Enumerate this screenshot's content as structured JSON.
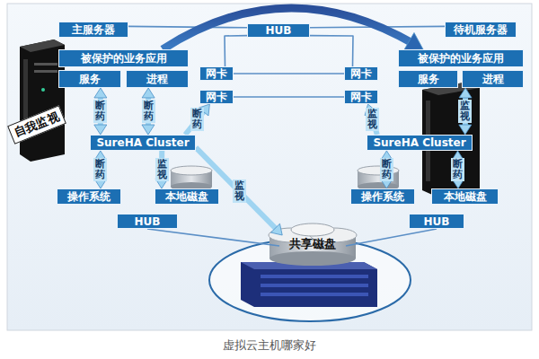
{
  "diagram": {
    "caption": "虚拟云主机哪家好",
    "nodes": [
      {
        "text": [
          "主服务器"
        ]
      },
      {
        "text": [
          "HUB"
        ]
      },
      {
        "text": [
          "待机服务器"
        ]
      },
      {
        "text": [
          "被保护的业务应用"
        ]
      },
      {
        "text": [
          "服务"
        ]
      },
      {
        "text": [
          "进程"
        ]
      },
      {
        "text": [
          "网卡"
        ]
      },
      {
        "text": [
          "网卡"
        ]
      },
      {
        "text": [
          "网卡"
        ]
      },
      {
        "text": [
          "网卡"
        ]
      },
      {
        "text": [
          "被保护的业务应用"
        ]
      },
      {
        "text": [
          "服务"
        ]
      },
      {
        "text": [
          "进程"
        ]
      },
      {
        "text": [
          "SureHA Cluster"
        ]
      },
      {
        "text": [
          "SureHA Cluster"
        ]
      },
      {
        "text": [
          "操作系统"
        ]
      },
      {
        "text": [
          "本地磁盘"
        ]
      },
      {
        "text": [
          "操作系统"
        ]
      },
      {
        "text": [
          "本地磁盘"
        ]
      },
      {
        "text": [
          "HUB"
        ]
      },
      {
        "text": [
          "HUB"
        ]
      },
      {
        "text": [
          "共享磁盘"
        ]
      }
    ],
    "edges": [
      {
        "from": 0,
        "to": 1,
        "arrow": "none"
      },
      {
        "from": 1,
        "to": 2,
        "arrow": "none"
      },
      {
        "from": 1,
        "to": 6,
        "arrow": "none"
      },
      {
        "from": 1,
        "to": 8,
        "arrow": "none"
      },
      {
        "from": 7,
        "to": 9,
        "arrow": "none"
      },
      {
        "from": 6,
        "to": 8,
        "arrow": "none"
      },
      {
        "from": 3,
        "to": 10,
        "arrow": "to"
      },
      {
        "from": 13,
        "to": 4,
        "label": "断药",
        "arrow": "both"
      },
      {
        "from": 13,
        "to": 5,
        "label": "断药",
        "arrow": "both"
      },
      {
        "from": 13,
        "to": 7,
        "label": "断药",
        "arrow": "to"
      },
      {
        "from": 13,
        "to": 15,
        "label": "断药",
        "arrow": "both"
      },
      {
        "from": 13,
        "to": 16,
        "label": "监视",
        "arrow": "to"
      },
      {
        "from": 13,
        "to": 21,
        "label": "监视",
        "arrow": "to"
      },
      {
        "from": 14,
        "to": 9,
        "label": "监视",
        "arrow": "to"
      },
      {
        "from": 14,
        "to": 12,
        "label": "监视",
        "arrow": "both"
      },
      {
        "from": 14,
        "to": 17,
        "label": "断药",
        "arrow": "both"
      },
      {
        "from": 14,
        "to": 18,
        "label": "断药",
        "arrow": "both"
      },
      {
        "from": 19,
        "to": 21,
        "arrow": "none"
      },
      {
        "from": 20,
        "to": 21,
        "arrow": "none"
      }
    ],
    "labels": [
      "自我监视"
    ]
  }
}
